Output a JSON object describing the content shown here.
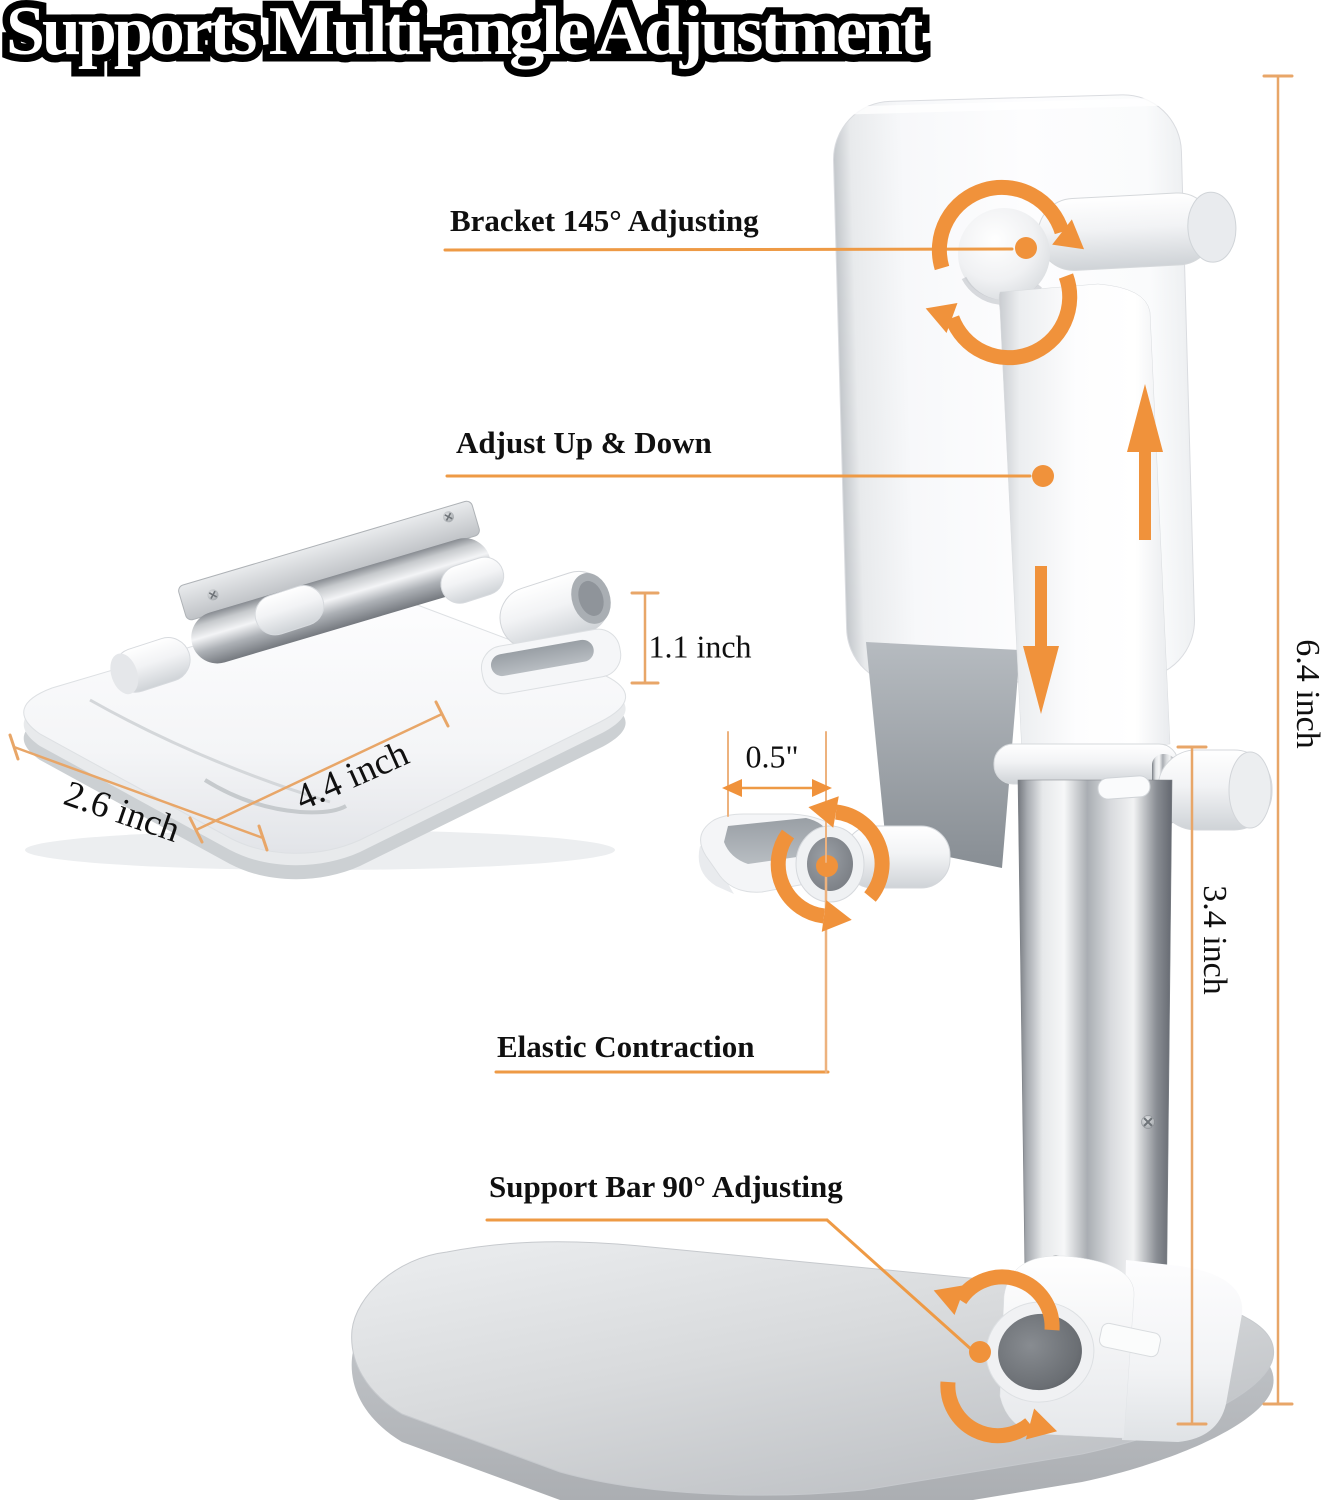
{
  "title": "Supports Multi-angle Adjustment",
  "callouts": {
    "bracket": "Bracket 145° Adjusting",
    "adjust": "Adjust Up & Down",
    "elastic": "Elastic Contraction",
    "support": "Support Bar 90° Adjusting"
  },
  "dimensions": {
    "folded_height": "1.1 inch",
    "folded_depth": "2.6 inch",
    "folded_length": "4.4 inch",
    "hook_lip": "0.5\"",
    "overall_height": "6.4 inch",
    "lower_pole_height": "3.4 inch"
  },
  "colors": {
    "accent": "#F0923B",
    "dimension_line": "#E8A668"
  }
}
